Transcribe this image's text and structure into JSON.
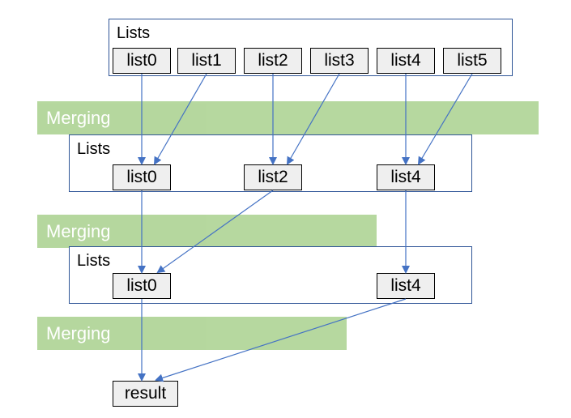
{
  "colors": {
    "border": "#2f5597",
    "arrow": "#4472c4",
    "merge_band": "#a9d18e",
    "box_fill": "#efefef"
  },
  "stage1": {
    "label": "Lists",
    "items": [
      "list0",
      "list1",
      "list2",
      "list3",
      "list4",
      "list5"
    ]
  },
  "merge1": {
    "label": "Merging"
  },
  "stage2": {
    "label": "Lists",
    "items": [
      "list0",
      "list2",
      "list4"
    ]
  },
  "merge2": {
    "label": "Merging"
  },
  "stage3": {
    "label": "Lists",
    "items": [
      "list0",
      "list4"
    ]
  },
  "merge3": {
    "label": "Merging"
  },
  "result": {
    "label": "result"
  }
}
